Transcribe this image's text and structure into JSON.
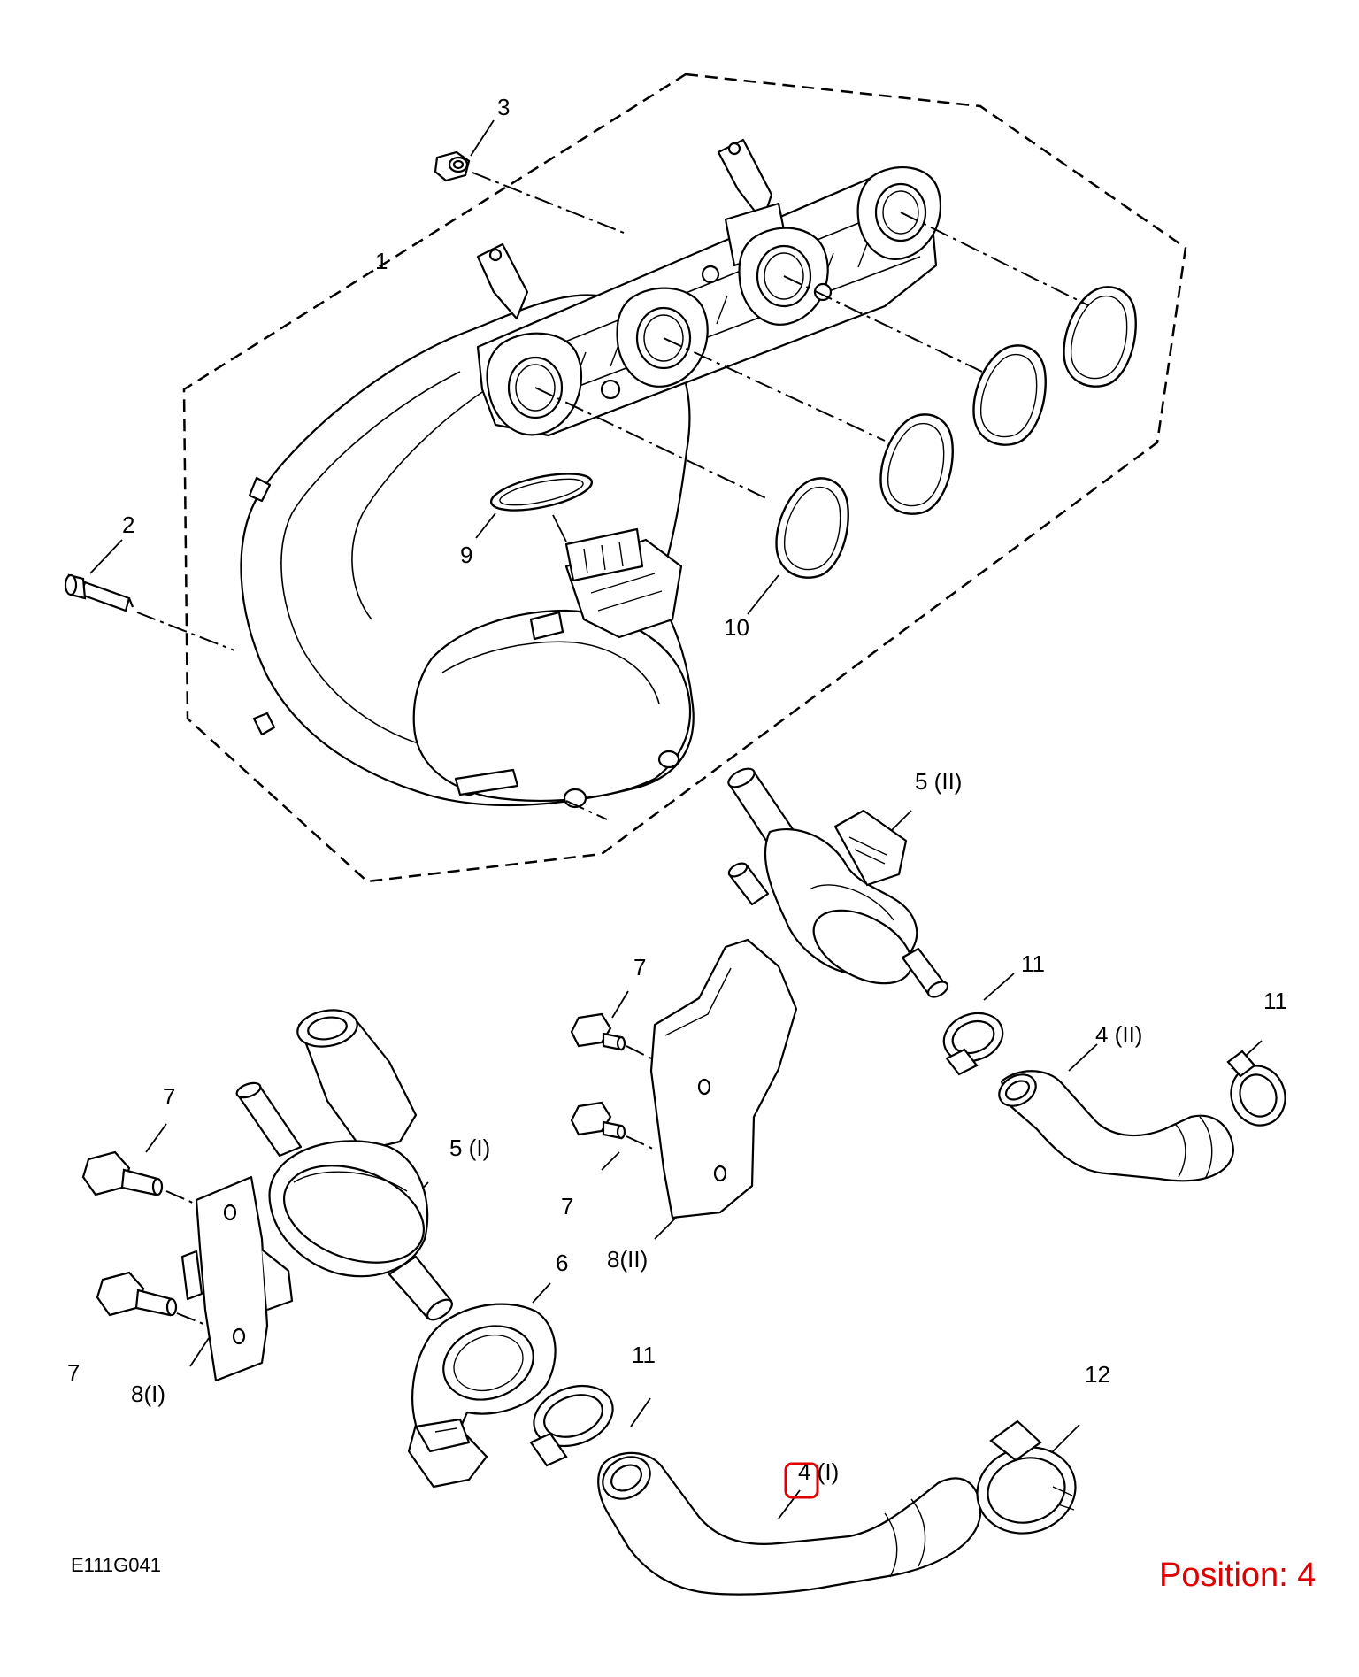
{
  "diagram": {
    "reference_code": "E111G041",
    "position_text": "Position: 4",
    "colors": {
      "line": "#000000",
      "highlight": "#e00000",
      "background": "#ffffff"
    },
    "callouts": [
      {
        "id": "c1",
        "text": "1"
      },
      {
        "id": "c2",
        "text": "2"
      },
      {
        "id": "c3",
        "text": "3"
      },
      {
        "id": "c9",
        "text": "9"
      },
      {
        "id": "c10",
        "text": "10"
      },
      {
        "id": "c5ii",
        "text": "5 (II)"
      },
      {
        "id": "c11a",
        "text": "11"
      },
      {
        "id": "c11b",
        "text": "11"
      },
      {
        "id": "c4ii",
        "text": "4 (II)"
      },
      {
        "id": "c7a",
        "text": "7"
      },
      {
        "id": "c7b",
        "text": "7"
      },
      {
        "id": "c8ii",
        "text": "8(II)"
      },
      {
        "id": "c7c",
        "text": "7"
      },
      {
        "id": "c5i",
        "text": "5 (I)"
      },
      {
        "id": "c7d",
        "text": "7"
      },
      {
        "id": "c6",
        "text": "6"
      },
      {
        "id": "c8i",
        "text": "8(I)"
      },
      {
        "id": "c11c",
        "text": "11"
      },
      {
        "id": "c12",
        "text": "12"
      },
      {
        "id": "c4i",
        "text": "4 (I)"
      }
    ],
    "highlight": {
      "callout": "c4i",
      "icon": "highlight-box-icon"
    }
  }
}
